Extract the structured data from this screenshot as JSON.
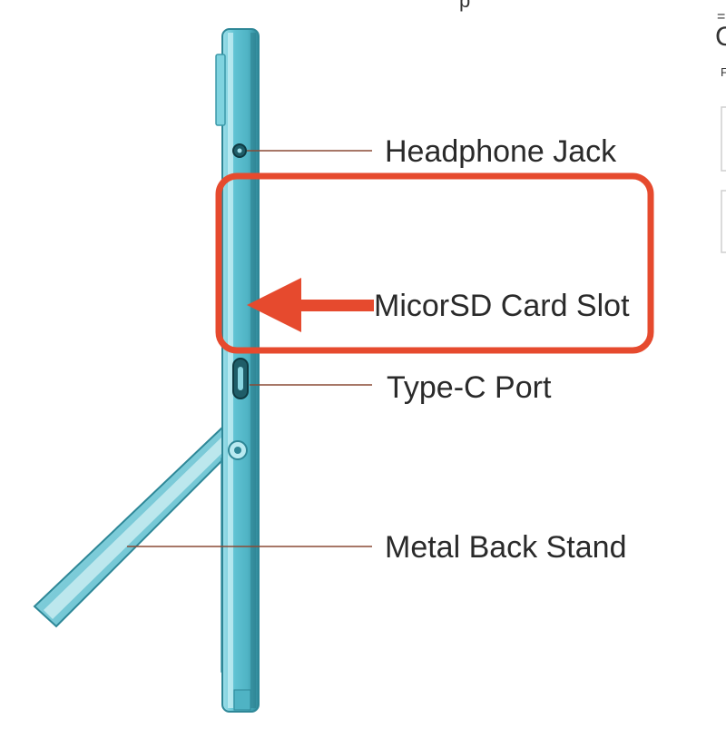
{
  "labels": {
    "headphone_jack": "Headphone Jack",
    "microsd_slot": "MicorSD Card Slot",
    "typec_port": "Type-C Port",
    "metal_stand": "Metal Back Stand"
  },
  "edge_fragments": {
    "top": "p",
    "right_1": "=",
    "right_2": "C",
    "right_3": "F"
  },
  "colors": {
    "device_body": "#6ec9d6",
    "device_edge": "#3a98a8",
    "highlight_box": "#e64a2e",
    "arrow": "#e64a2e",
    "leader_line": "#8a4a35",
    "label_text": "#2a2a2a"
  }
}
